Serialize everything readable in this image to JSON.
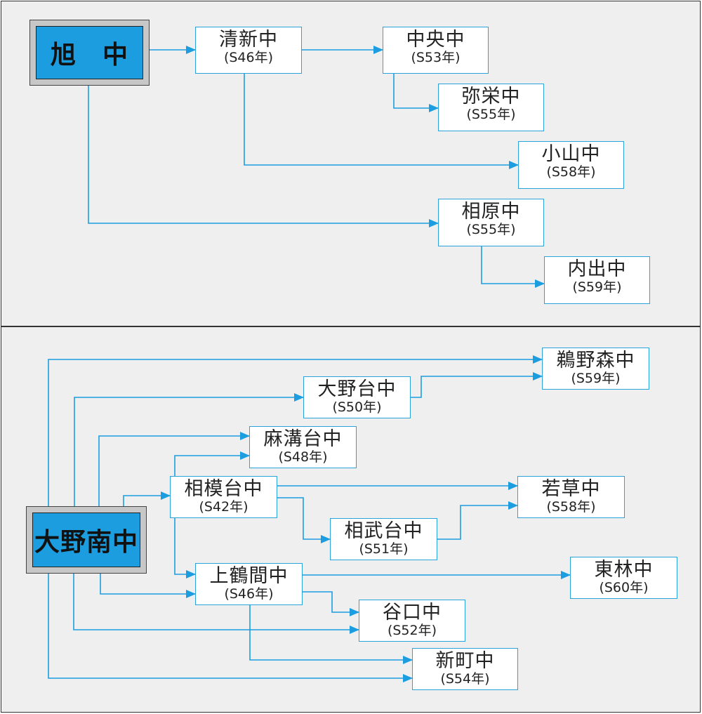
{
  "roots": {
    "asahi": "旭　中",
    "oono_minami": "大野南中"
  },
  "schools": {
    "seishin": {
      "name": "清新中",
      "year": "(S46年)"
    },
    "chuo": {
      "name": "中央中",
      "year": "(S53年)"
    },
    "yasaka": {
      "name": "弥栄中",
      "year": "(S55年)"
    },
    "koyama": {
      "name": "小山中",
      "year": "(S58年)"
    },
    "aihara": {
      "name": "相原中",
      "year": "(S55年)"
    },
    "uchide": {
      "name": "内出中",
      "year": "(S59年)"
    },
    "shinomori": {
      "name": "鵜野森中",
      "year": "(S59年)"
    },
    "oonodai": {
      "name": "大野台中",
      "year": "(S50年)"
    },
    "asamizo": {
      "name": "麻溝台中",
      "year": "(S48年)"
    },
    "sagamidai": {
      "name": "相模台中",
      "year": "(S42年)"
    },
    "wakakusa": {
      "name": "若草中",
      "year": "(S58年)"
    },
    "sobudai": {
      "name": "相武台中",
      "year": "(S51年)"
    },
    "kamitsuruma": {
      "name": "上鶴間中",
      "year": "(S46年)"
    },
    "tobayashi": {
      "name": "東林中",
      "year": "(S60年)"
    },
    "yaguchi": {
      "name": "谷口中",
      "year": "(S52年)"
    },
    "shinmachi": {
      "name": "新町中",
      "year": "(S54年)"
    }
  },
  "colors": {
    "line": "#1b9de0",
    "root_fill": "#1b9de0",
    "box_border": "#29a3d9",
    "panel_bg": "#efefef"
  }
}
